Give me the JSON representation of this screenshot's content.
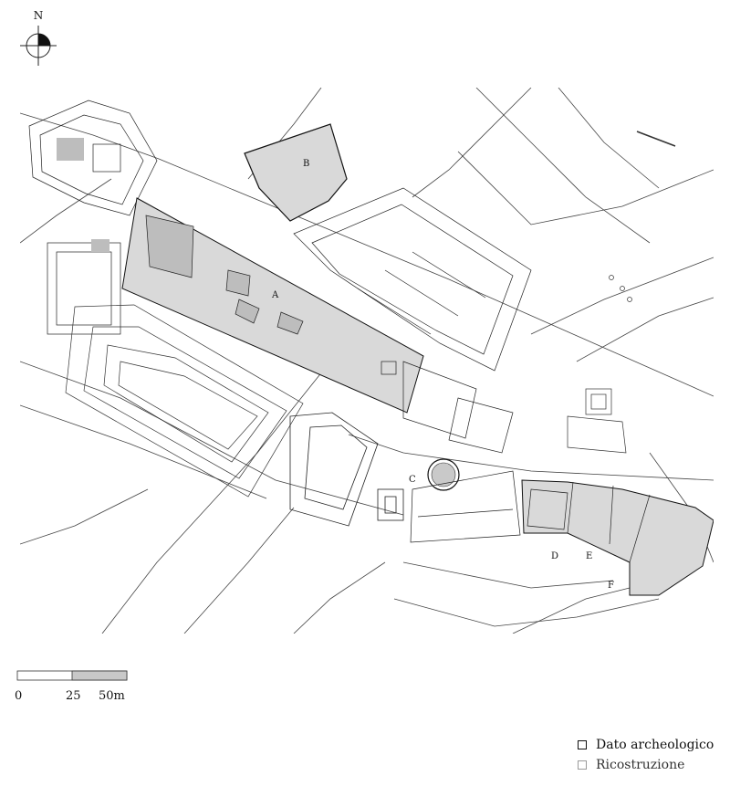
{
  "compass": {
    "north_label": "N"
  },
  "site_labels": {
    "a": "A",
    "b": "B",
    "c": "C",
    "d": "D",
    "e": "E",
    "f": "F"
  },
  "scale": {
    "ticks": [
      "0",
      "25",
      "50m"
    ]
  },
  "legend": {
    "items": [
      {
        "label": "Dato archeologico",
        "style": "solid"
      },
      {
        "label": "Ricostruzione",
        "style": "light"
      }
    ]
  },
  "colors": {
    "highlight_fill": "#d9d9d9",
    "line": "#222222",
    "scale_fill": "#c8c8c8"
  }
}
